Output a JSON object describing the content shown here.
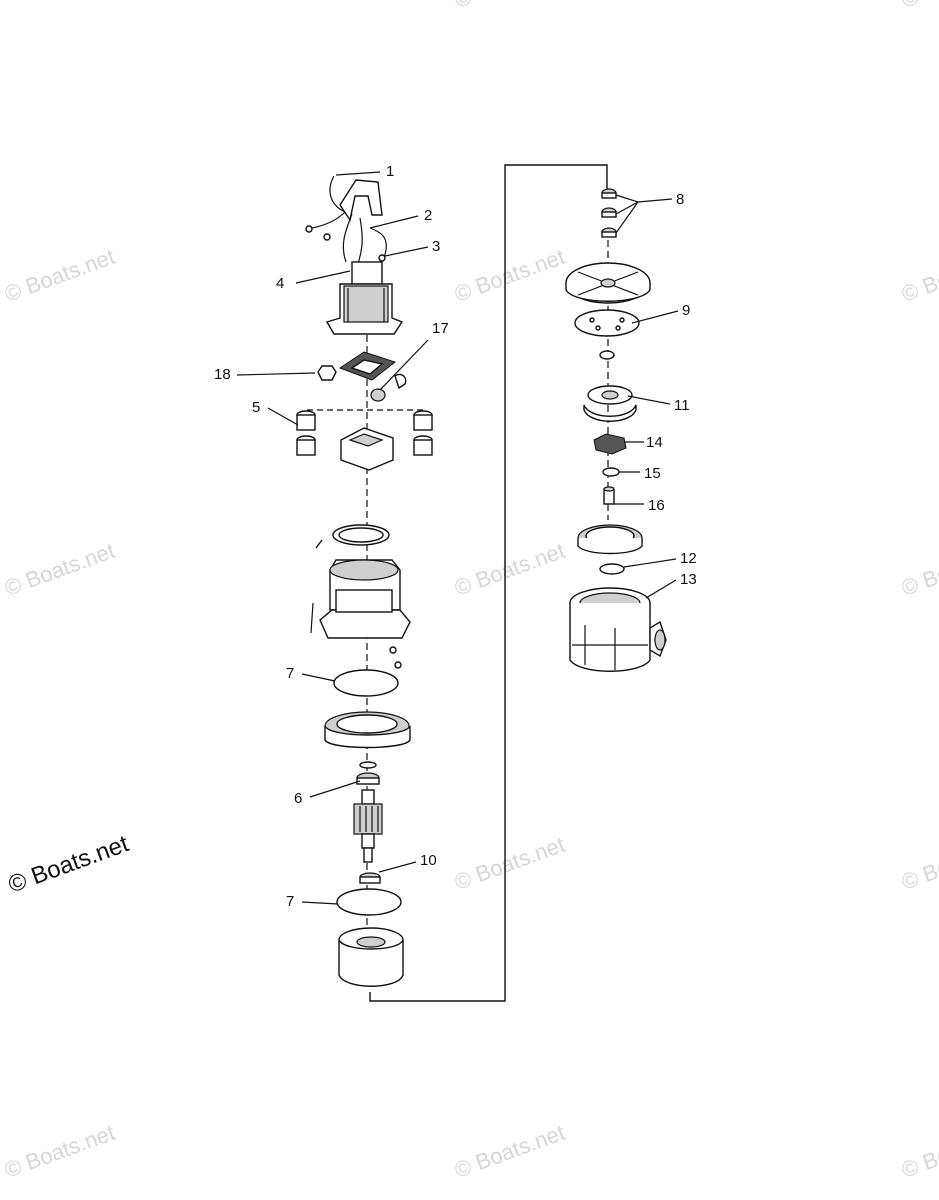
{
  "watermarks": {
    "text": "© Boats.net",
    "bold": "© Boats.net"
  },
  "callouts": {
    "c1": "1",
    "c2": "2",
    "c3": "3",
    "c4": "4",
    "c5": "5",
    "c6": "6",
    "c7a": "7",
    "c7b": "7",
    "c8": "8",
    "c9": "9",
    "c10": "10",
    "c11": "11",
    "c12": "12",
    "c13": "13",
    "c14": "14",
    "c15": "15",
    "c16": "16",
    "c17": "17",
    "c18": "18"
  }
}
